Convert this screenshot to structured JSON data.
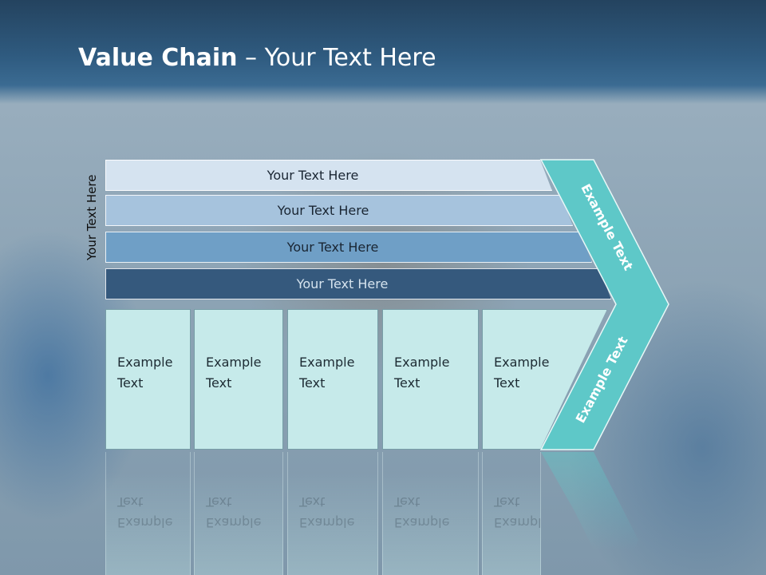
{
  "slide": {
    "title_bold": "Value Chain",
    "title_rest": " – Your Text Here",
    "side_label": "Your Text Here"
  },
  "bars": [
    {
      "label": "Your Text Here"
    },
    {
      "label": "Your Text Here"
    },
    {
      "label": "Your Text Here"
    },
    {
      "label": "Your Text Here"
    }
  ],
  "boxes": [
    {
      "line1": "Example",
      "line2": "Text"
    },
    {
      "line1": "Example",
      "line2": "Text"
    },
    {
      "line1": "Example",
      "line2": "Text"
    },
    {
      "line1": "Example",
      "line2": "Text"
    },
    {
      "line1": "Example",
      "line2": "Text"
    }
  ],
  "chevron": {
    "upper_label": "Example Text",
    "lower_label": "Example Text",
    "color": "#5ec8c8"
  },
  "colors": {
    "header": "#2f5b80",
    "bar1": "#d5e3f0",
    "bar2": "#a6c3dd",
    "bar3": "#6f9fc6",
    "bar4": "#35597d",
    "box": "#c6eaea"
  }
}
